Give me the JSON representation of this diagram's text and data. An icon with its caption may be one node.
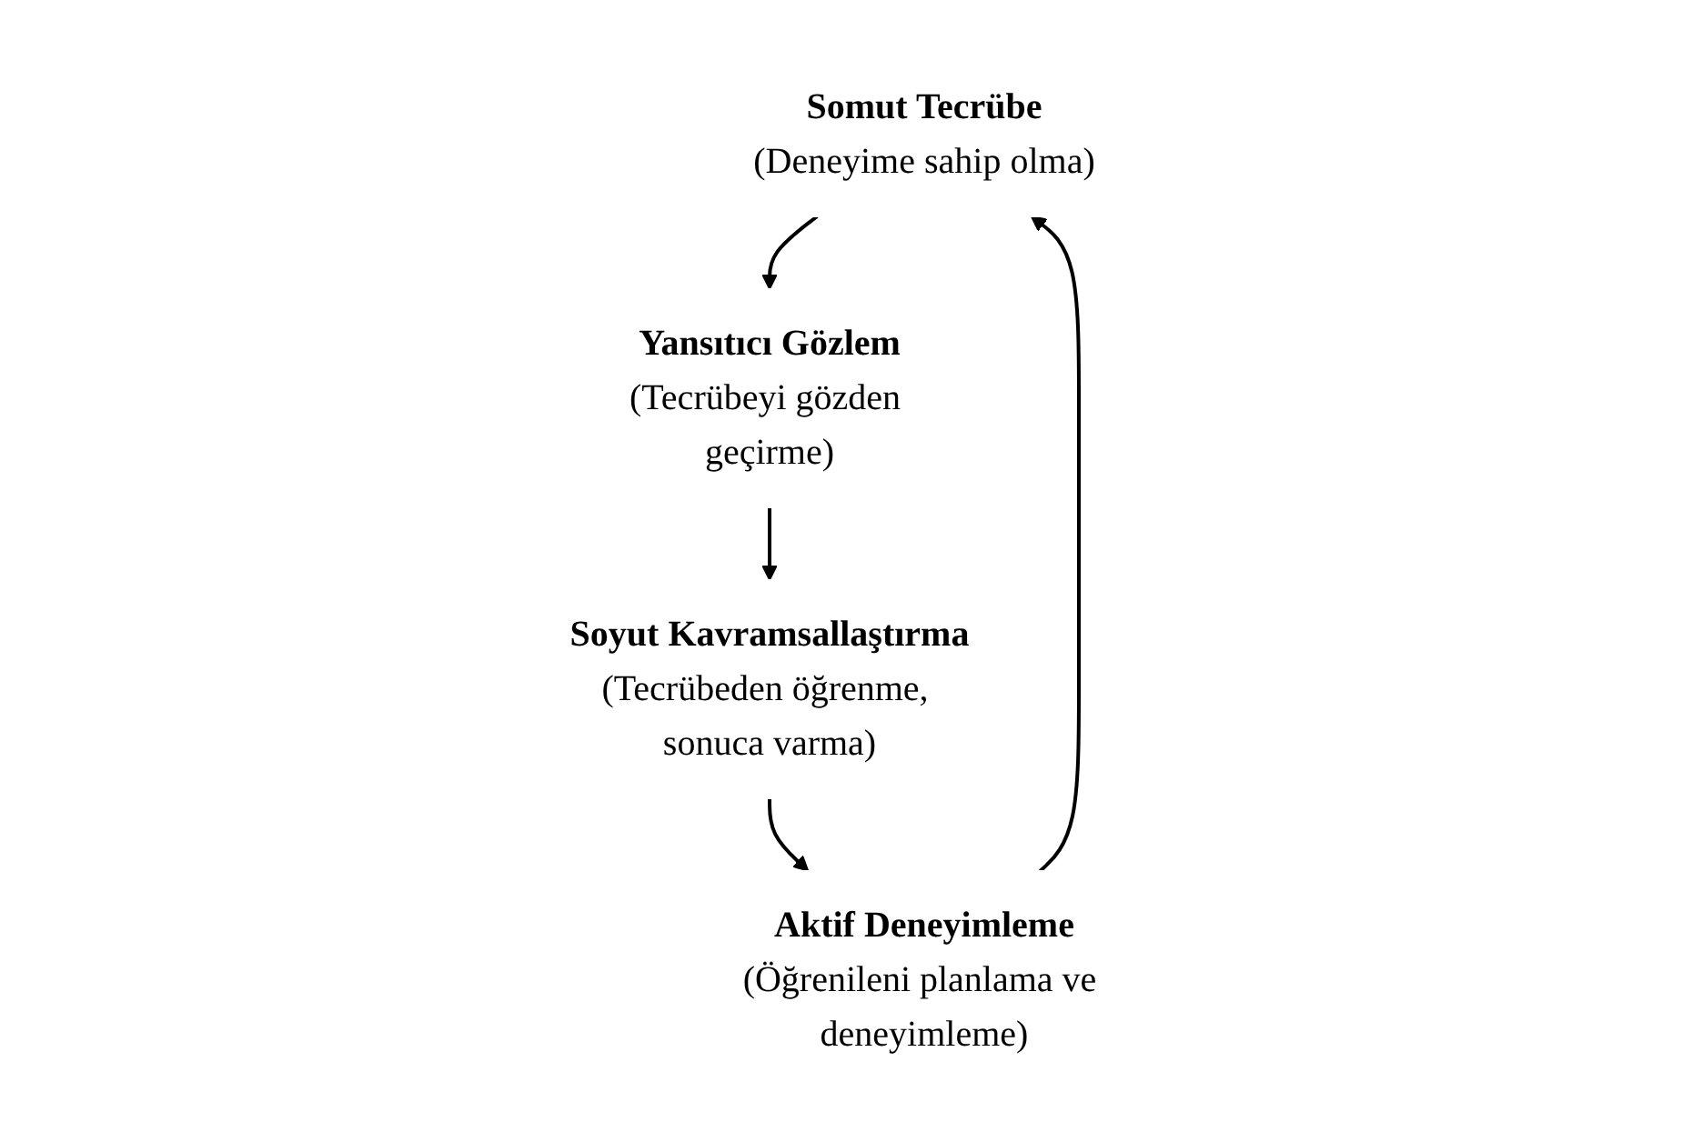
{
  "diagram": {
    "nodes": [
      {
        "text": [
          "Somut Tecrübe",
          "(Deneyime sahip olma)"
        ]
      },
      {
        "text": [
          "Yansıtıcı Gözlem",
          "(Tecrübeyi gözden geçirme)"
        ]
      },
      {
        "text": [
          "Soyut Kavramsallaştırma",
          "(Tecrübeden öğrenme, sonuca varma)"
        ]
      },
      {
        "text": [
          "Aktif Deneyimleme",
          "(Öğrenileni planlama ve deneyimleme)"
        ]
      }
    ],
    "edges": [
      {
        "from": 0,
        "to": 1,
        "arrow": "to"
      },
      {
        "from": 1,
        "to": 2,
        "arrow": "to"
      },
      {
        "from": 2,
        "to": 3,
        "arrow": "to"
      },
      {
        "from": 3,
        "to": 0,
        "arrow": "to"
      }
    ]
  }
}
